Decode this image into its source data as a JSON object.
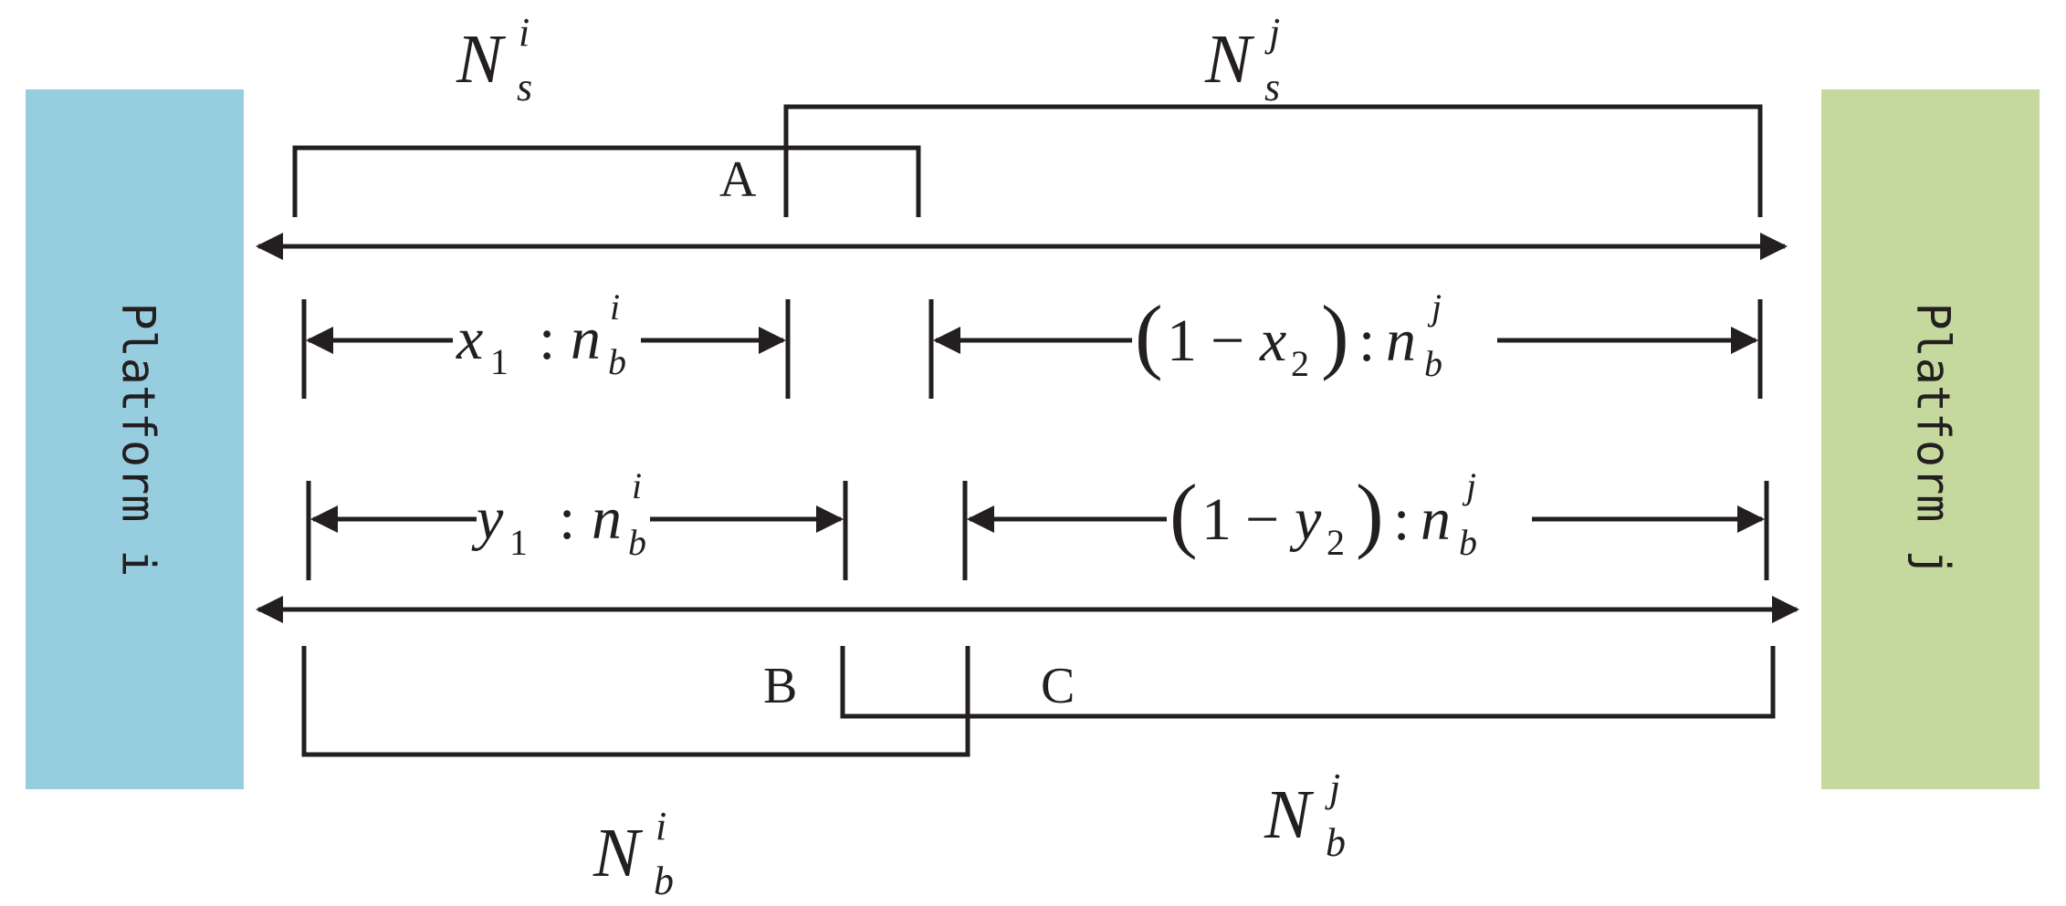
{
  "colors": {
    "platform_i": "#96cddf",
    "platform_j": "#c5d89d",
    "ink": "#231f20"
  },
  "platforms": {
    "left_label": "Platform i",
    "right_label": "Platform j"
  },
  "points": {
    "a": "A",
    "b": "B",
    "c": "C"
  },
  "sets": {
    "Ns_i": {
      "main": "N",
      "sup": "i",
      "sub": "s"
    },
    "Ns_j": {
      "main": "N",
      "sup": "j",
      "sub": "s"
    },
    "Nb_i": {
      "main": "N",
      "sup": "i",
      "sub": "b"
    },
    "Nb_j": {
      "main": "N",
      "sup": "j",
      "sub": "b"
    }
  },
  "intervals": {
    "x1": {
      "var": "x",
      "idx": "1",
      "colon": ":",
      "n": "n",
      "sub": "b",
      "sup": "i"
    },
    "x2": {
      "lparen": "(",
      "one": "1",
      "minus": "−",
      "var": "x",
      "idx": "2",
      "rparen": ")",
      "colon": ":",
      "n": "n",
      "sub": "b",
      "sup": "j"
    },
    "y1": {
      "var": "y",
      "idx": "1",
      "colon": ":",
      "n": "n",
      "sub": "b",
      "sup": "i"
    },
    "y2": {
      "lparen": "(",
      "one": "1",
      "minus": "−",
      "var": "y",
      "idx": "2",
      "rparen": ")",
      "colon": ":",
      "n": "n",
      "sub": "b",
      "sup": "j"
    }
  }
}
